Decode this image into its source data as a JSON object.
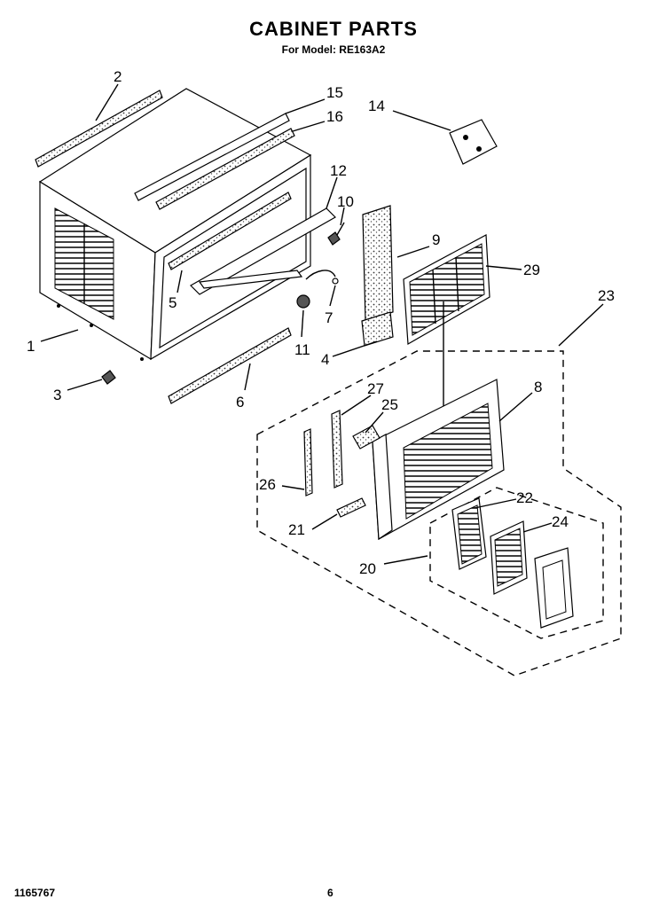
{
  "header": {
    "title": "CABINET PARTS",
    "subtitle": "For Model: RE163A2"
  },
  "footer": {
    "doc_id": "1165767",
    "page": "6"
  },
  "callouts": [
    "2",
    "15",
    "16",
    "14",
    "12",
    "10",
    "9",
    "29",
    "23",
    "5",
    "7",
    "1",
    "11",
    "4",
    "3",
    "6",
    "27",
    "25",
    "8",
    "26",
    "22",
    "21",
    "24",
    "20"
  ]
}
